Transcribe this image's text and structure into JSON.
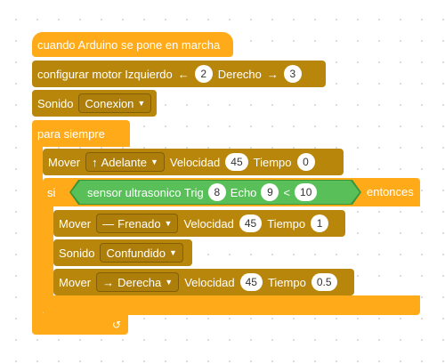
{
  "hat": {
    "label": "cuando Arduino se pone en marcha"
  },
  "motor_config": {
    "label": "configurar motor Izquierdo",
    "left_arrow": "←",
    "left_value": "2",
    "right_label": "Derecho",
    "right_arrow": "→",
    "right_value": "3"
  },
  "sound1": {
    "label": "Sonido",
    "option": "Conexion"
  },
  "forever": {
    "label": "para siempre"
  },
  "move1": {
    "label": "Mover",
    "dir_glyph": "↑",
    "direction": "Adelante",
    "speed_label": "Velocidad",
    "speed": "45",
    "time_label": "Tiempo",
    "time": "0"
  },
  "if_block": {
    "si": "si",
    "sensor_label": "sensor ultrasonico Trig",
    "trig": "8",
    "echo_label": "Echo",
    "echo": "9",
    "op": "<",
    "threshold": "10",
    "entonces": "entonces"
  },
  "move2": {
    "label": "Mover",
    "dir_glyph": "—",
    "direction": "Frenado",
    "speed_label": "Velocidad",
    "speed": "45",
    "time_label": "Tiempo",
    "time": "1"
  },
  "sound2": {
    "label": "Sonido",
    "option": "Confundido"
  },
  "move3": {
    "label": "Mover",
    "dir_glyph": "→",
    "direction": "Derecha",
    "speed_label": "Velocidad",
    "speed": "45",
    "time_label": "Tiempo",
    "time": "0.5"
  },
  "loop_arrow": "↺",
  "colors": {
    "control": "#ffab19",
    "motor": "#b8860b",
    "sensor": "#59c059"
  }
}
